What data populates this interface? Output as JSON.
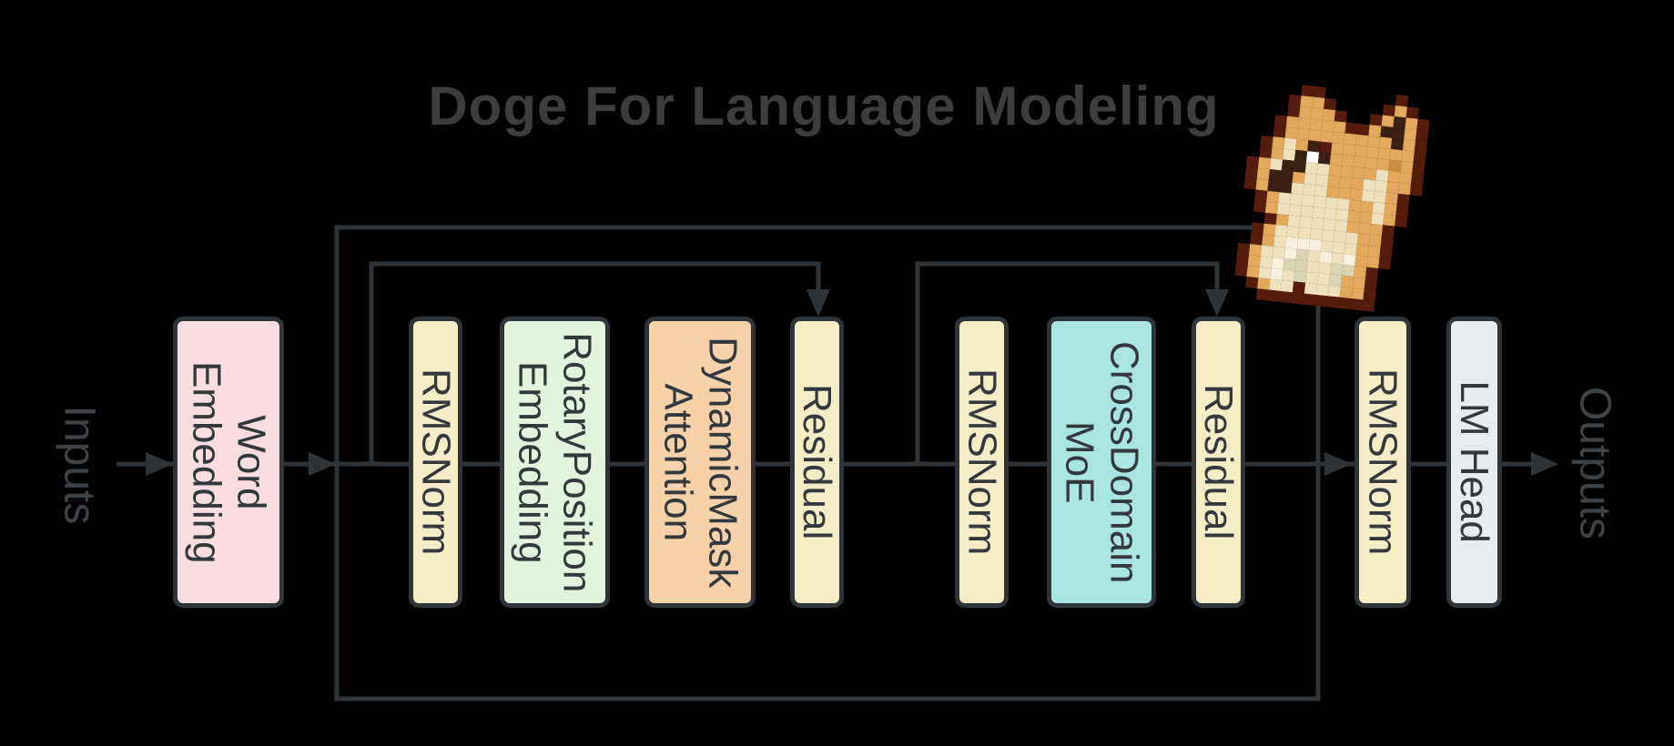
{
  "title": "Doge For Language Modeling",
  "io": {
    "inputs": "Inputs",
    "outputs": "Outputs"
  },
  "blocks": [
    {
      "id": "word-embedding",
      "label": "Word\nEmbedding",
      "fill": "#fadde1"
    },
    {
      "id": "rmsnorm-1",
      "label": "RMSNorm",
      "fill": "#f4edc5"
    },
    {
      "id": "rotary-position-embedding",
      "label": "RotaryPosition\nEmbedding",
      "fill": "#e4f3de"
    },
    {
      "id": "dynamicmask-attention",
      "label": "DynamicMask\nAttention",
      "fill": "#f7d1a9"
    },
    {
      "id": "residual-1",
      "label": "Residual",
      "fill": "#f4edc5"
    },
    {
      "id": "rmsnorm-2",
      "label": "RMSNorm",
      "fill": "#f4edc5"
    },
    {
      "id": "crossdomain-moe",
      "label": "CrossDomain\nMoE",
      "fill": "#abe5e1"
    },
    {
      "id": "residual-2",
      "label": "Residual",
      "fill": "#f4edc5"
    },
    {
      "id": "rmsnorm-3",
      "label": "RMSNorm",
      "fill": "#f4edc5"
    },
    {
      "id": "lm-head",
      "label": "LM Head",
      "fill": "#e8ecee"
    }
  ],
  "colors": {
    "background": "#000000",
    "stroke": "#2e3438",
    "title_text": "#3d3d3d",
    "io_text": "#3e4348",
    "block_text": "#33383c"
  },
  "doge": {
    "palette": {
      "o": "#571d0c",
      "b": "#e2a95d",
      "d": "#c98c41",
      "c": "#f0e1bd",
      "l": "#f8f0dc",
      "n": "#3a2011",
      "w": "#ffffff",
      "g": "#d8d4b4"
    },
    "pixels": [
      "....oo......o...",
      "...obbo....obo..",
      "...obbbo..obnbo.",
      "..obbbbboobnnbo.",
      "..obbbbbbbbbnbo.",
      ".obcbnobbbbbbbo.",
      ".obcnwnbbbbbdbo.",
      "obcnnccbbbbcbbo.",
      "obnnbccbbbccbbo.",
      "obnncccbbbccbo..",
      ".obccccccbbcbo..",
      ".obccccccbbcbo..",
      "..obcccccbbbo...",
      ".obcccccccbbo...",
      ".obclllcccbbo...",
      "obcclgclclbbo...",
      "obclggccggbo....",
      "obclcgccgbbo....",
      ".obccocccbbo....",
      "..oooooooooo...."
    ]
  }
}
